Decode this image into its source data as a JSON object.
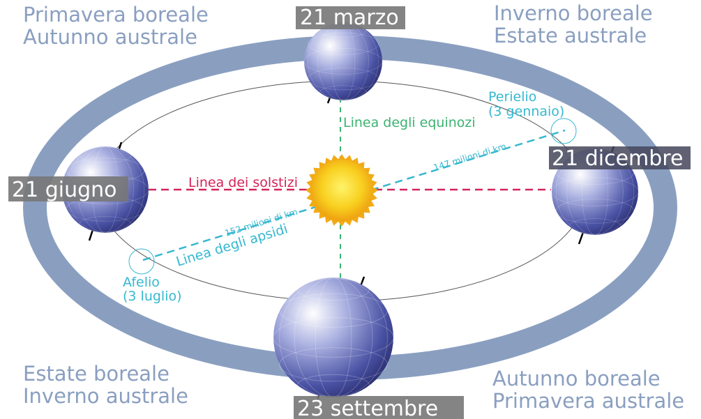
{
  "seasons": {
    "top_left_1": "Primavera boreale",
    "top_left_2": "Autunno australe",
    "top_right_1": "Inverno boreale",
    "top_right_2": "Estate australe",
    "bottom_left_1": "Estate boreale",
    "bottom_left_2": "Inverno australe",
    "bottom_right_1": "Autunno boreale",
    "bottom_right_2": "Primavera australe"
  },
  "dates": {
    "march": "21 marzo",
    "june": "21 giugno",
    "september": "23 settembre",
    "december": "21 dicembre"
  },
  "lines": {
    "equinox": "Linea degli equinozi",
    "solstice": "Linea dei solstizi",
    "apsides": "Linea degli apsidi"
  },
  "perihelion": {
    "label": "Perielio",
    "date": "(3 gennaio)",
    "distance": "147 milioni di km"
  },
  "aphelion": {
    "label": "Afelio",
    "date": "(3 luglio)",
    "distance": "152 milioni di km"
  },
  "colors": {
    "season_text": "#8a9fc0",
    "orbit_band": "#8a9fc0",
    "label_box": "#7a7a7a",
    "equinox_line": "#3cb371",
    "solstice_line": "#d4245a",
    "apsides_line": "#35b8d0",
    "sun": "#f5c518",
    "earth": "#5560b0"
  }
}
